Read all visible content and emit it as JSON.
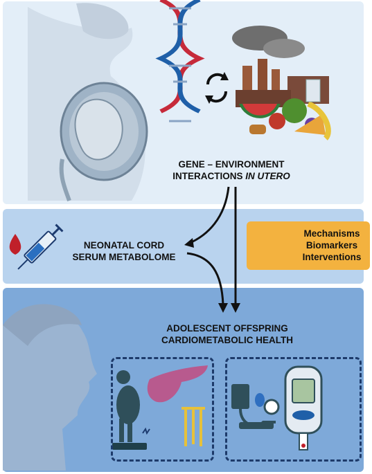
{
  "gene_environment": {
    "line1": "GENE – ENVIRONMENT",
    "line2_plain": "INTERACTIONS ",
    "line2_italic": "IN UTERO"
  },
  "cord_metabolome": {
    "line1": "NEONATAL CORD",
    "line2": "SERUM METABOLOME"
  },
  "outcome": {
    "line1": "ADOLESCENT OFFSPRING",
    "line2": "CARDIOMETABOLIC HEALTH"
  },
  "mechanisms_box": {
    "items": [
      "Mechanisms",
      "Biomarkers",
      "Interventions"
    ]
  },
  "colors": {
    "panel_top": "#e3eef8",
    "panel_middle": "#b9d3ee",
    "panel_bottom": "#7ea9d9",
    "highlight_box": "#f3b23f",
    "dna_red": "#c62a3a",
    "dna_blue": "#1f5fa8"
  },
  "icons": [
    "pregnant-silhouette-icon",
    "fetus-icon",
    "dna-icon",
    "cycle-arrows-icon",
    "factory-icon",
    "food-icon",
    "blood-drop-icon",
    "syringe-icon",
    "magnifier-icon",
    "adolescent-profile-icon",
    "body-scale-icon",
    "pancreas-icon",
    "tuning-fork-icon",
    "blood-pressure-monitor-icon",
    "glucometer-icon"
  ]
}
